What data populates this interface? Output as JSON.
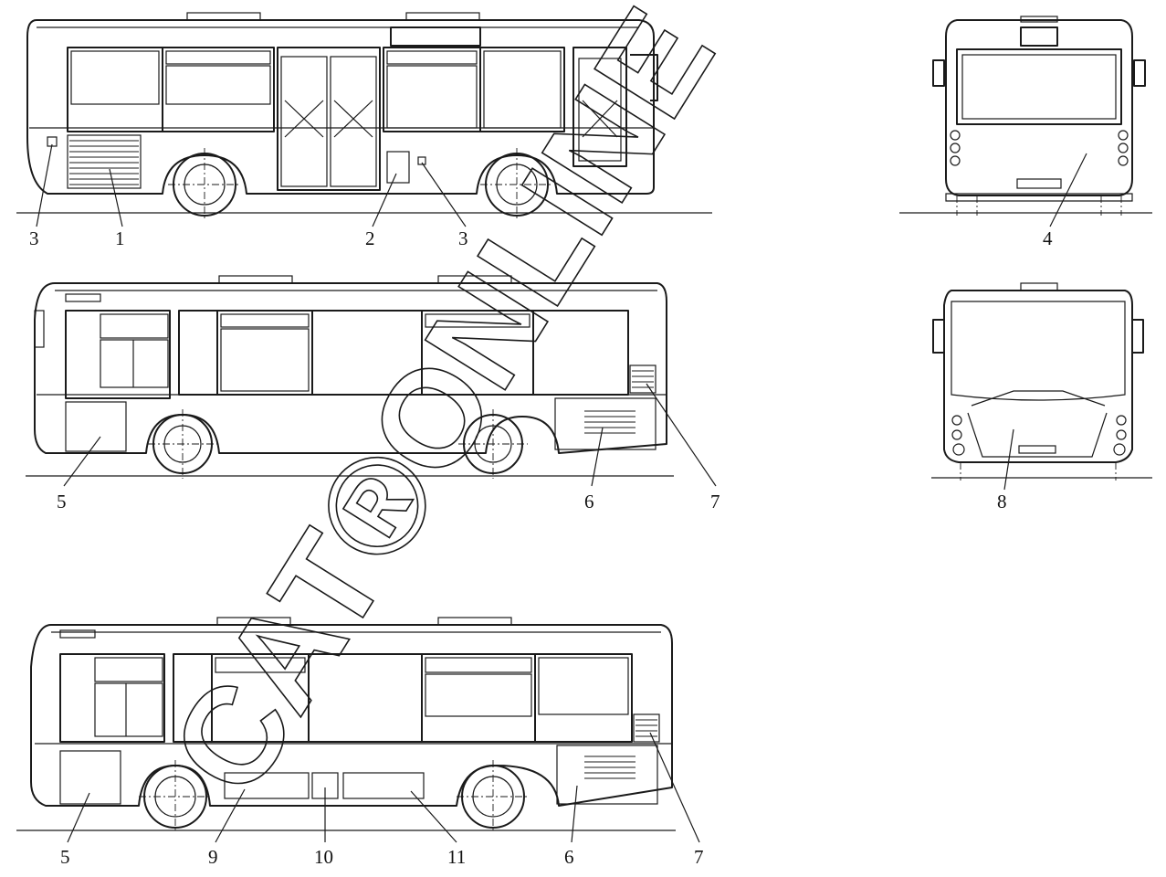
{
  "figure": {
    "callouts": {
      "c1": "1",
      "c2": "2",
      "c3a": "3",
      "c3b": "3",
      "c4": "4",
      "c5a": "5",
      "c5b": "5",
      "c6a": "6",
      "c6b": "6",
      "c7a": "7",
      "c7b": "7",
      "c8": "8",
      "c9": "9",
      "c10": "10",
      "c11": "11"
    },
    "watermark": {
      "text": "CAT®ONLINE"
    }
  }
}
